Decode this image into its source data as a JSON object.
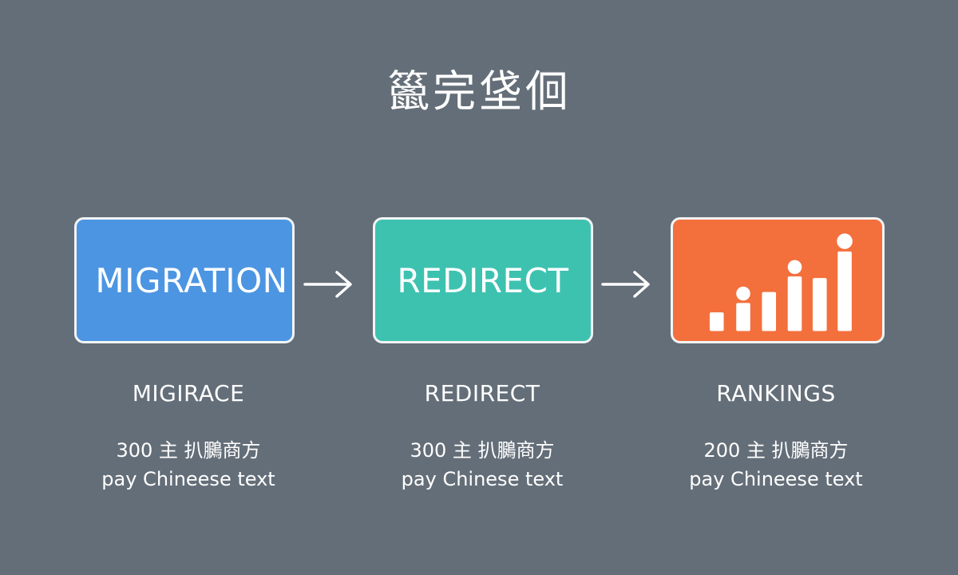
{
  "title": "䉭完垡佪",
  "steps": [
    {
      "box_text": "MIGRATION",
      "label": "MIGIRACE",
      "desc_line1": "300 主 扒鵩商方",
      "desc_line2": "pay Chineese text",
      "color": "#4c95e2"
    },
    {
      "box_text": "REDIRECT",
      "label": "REDIRECT",
      "desc_line1": "300 主 扒鵩商方",
      "desc_line2": "pay Chinese text",
      "color": "#3dc2b0"
    },
    {
      "box_text": "",
      "label": "RANKINGS",
      "desc_line1": "200 主 扒鵩商方",
      "desc_line2": "pay Chineese text",
      "color": "#f36f3c",
      "icon": "bar-chart-icon"
    }
  ],
  "connector_icon": "arrow-right-icon",
  "colors": {
    "background": "#646e78",
    "border": "#f2f4f6",
    "text": "#ffffff"
  }
}
